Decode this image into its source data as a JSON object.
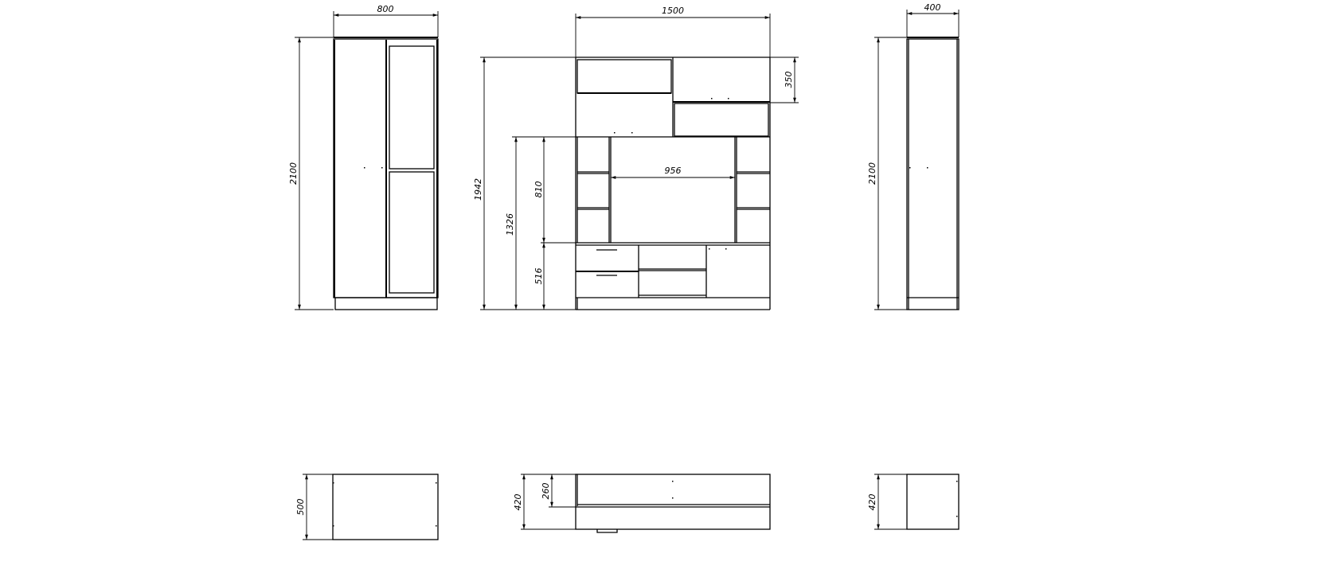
{
  "drawing": {
    "wardrobe": {
      "width_label": "800",
      "height_label": "2100",
      "depth_label": "500"
    },
    "wall_unit": {
      "width_label": "1500",
      "height_label": "1942",
      "top_box_label": "350",
      "mid_height_label": "1326",
      "niche_height_label": "810",
      "base_height_label": "516",
      "tv_opening_label": "956",
      "depth_label": "420",
      "top_depth_label": "260"
    },
    "side_cabinet": {
      "width_label": "400",
      "height_label": "2100",
      "depth_label": "420"
    }
  }
}
